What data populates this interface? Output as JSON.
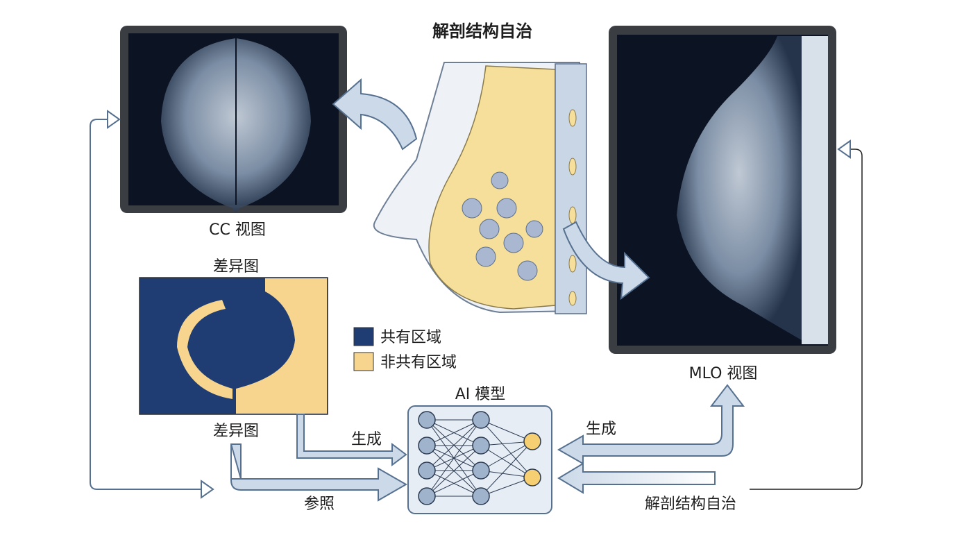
{
  "title": "解剖结构自治",
  "cc_view": {
    "label": "CC 视图"
  },
  "mlo_view": {
    "label": "MLO 视图"
  },
  "difference_map": {
    "title_top": "差异图",
    "title_bottom": "差异图"
  },
  "legend": {
    "items": [
      {
        "label": "共有区域",
        "color": "#1f3d73"
      },
      {
        "label": "非共有区域",
        "color": "#f7d58e"
      }
    ]
  },
  "ai_model": {
    "label": "AI 模型",
    "hidden_color": "#9fb4cc",
    "output_color": "#f6cf72"
  },
  "arrows": {
    "generate_left": "生成",
    "reference": "参照",
    "generate_right": "生成",
    "anatomical_consistency": "解剖结构自治"
  },
  "colors": {
    "arrow_fill": "#cbd9e8",
    "arrow_stroke": "#56708f",
    "screen_bg": "#0c1424"
  }
}
